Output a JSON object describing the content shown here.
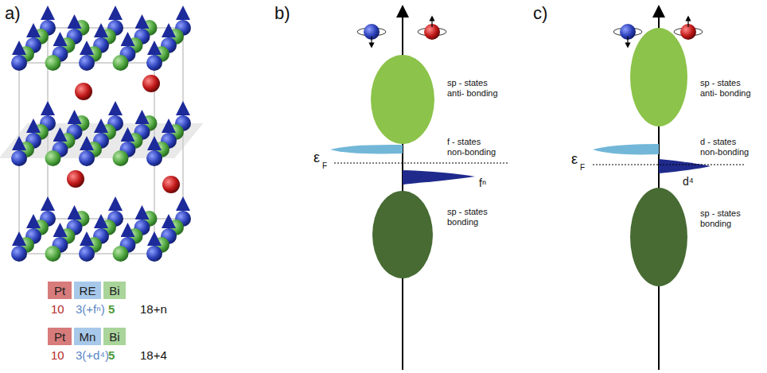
{
  "diagram": {
    "nodes": [
      {
        "text": [
          "Pt"
        ]
      },
      {
        "text": [
          "RE"
        ]
      },
      {
        "text": [
          "Bi"
        ]
      },
      {
        "text": [
          "Pt"
        ]
      },
      {
        "text": [
          "Mn"
        ]
      },
      {
        "text": [
          "Bi"
        ]
      }
    ],
    "labels": [
      "a)",
      "b)",
      "c)",
      "10",
      "3(+fⁿ)",
      "5",
      "18+n",
      "10",
      "3(+d⁴)",
      "5",
      "18+4",
      "sp - states anti- bonding",
      "f - states non-bonding",
      "ε",
      "F",
      "fⁿ",
      "sp - states bonding",
      "sp - states anti- bonding",
      "d - states non-bonding",
      "ε",
      "F",
      "d⁴",
      "sp - states bonding"
    ]
  }
}
